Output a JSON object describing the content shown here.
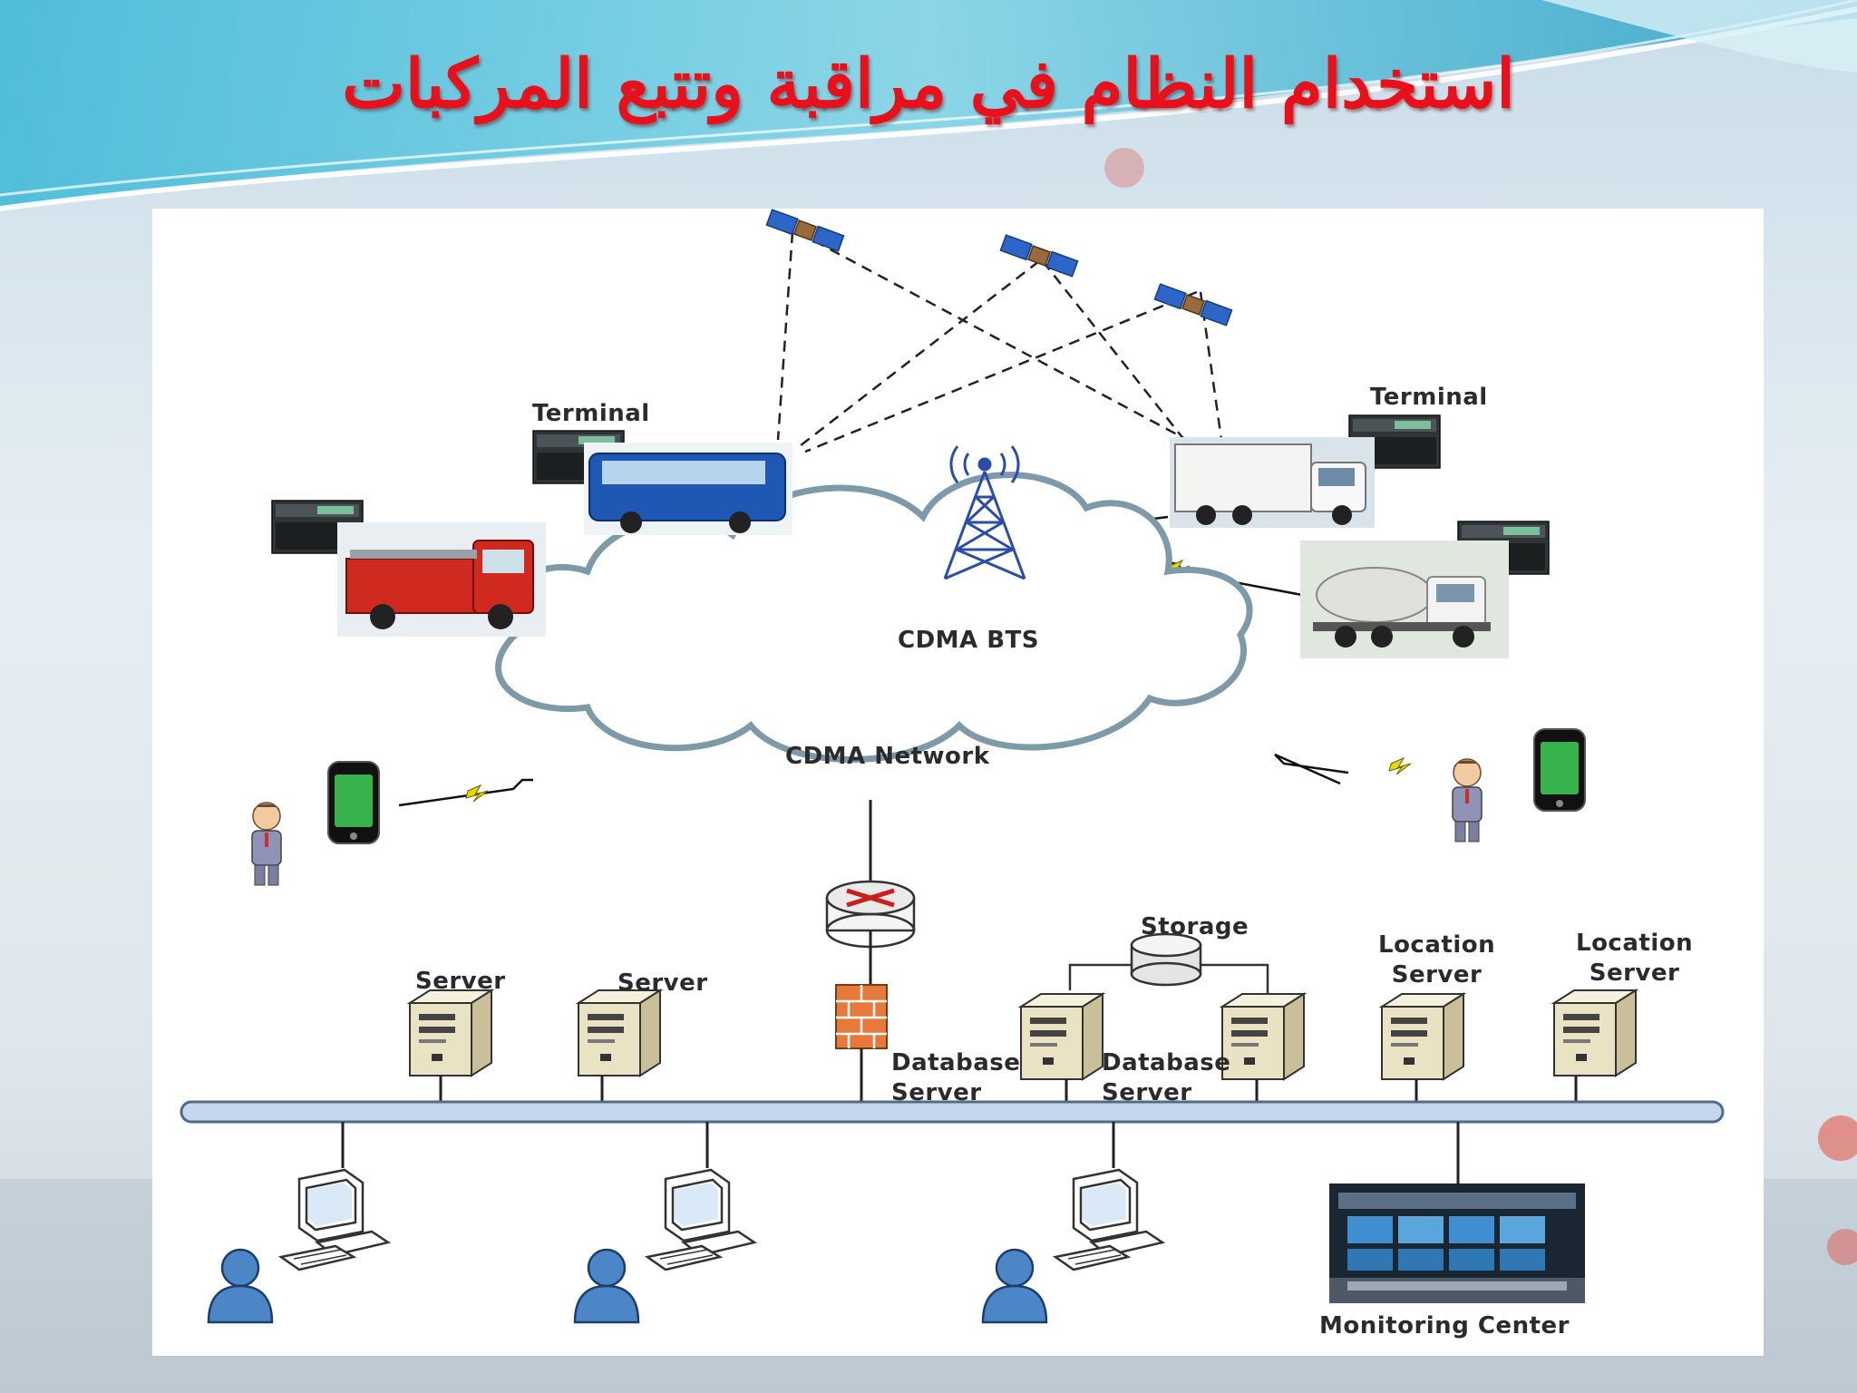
{
  "slide": {
    "title": "استخدام النظام في مراقبة وتتبع المركبات"
  },
  "diagram": {
    "labels": {
      "terminal_left": "Terminal",
      "terminal_right": "Terminal",
      "cdma_bts": "CDMA BTS",
      "cdma_network": "CDMA Network",
      "storage": "Storage",
      "server_1": "Server",
      "server_2": "Server",
      "database_server_1_line1": "Database",
      "database_server_1_line2": "Server",
      "database_server_2_line1": "Database",
      "database_server_2_line2": "Server",
      "location_server_1_line1": "Location",
      "location_server_1_line2": "Server",
      "location_server_2_line1": "Location",
      "location_server_2_line2": "Server",
      "monitoring_center": "Monitoring Center"
    },
    "nodes": [
      "satellite-icon",
      "satellite-icon",
      "satellite-icon",
      "terminal-device-icon",
      "bus-icon",
      "fire-truck-icon",
      "cargo-truck-icon",
      "mixer-truck-icon",
      "cell-tower-icon",
      "cloud-network",
      "smartphone-icon",
      "person-icon",
      "router-icon",
      "firewall-icon",
      "storage-disk-icon",
      "server-icon",
      "workstation-icon",
      "user-icon",
      "monitoring-center-image"
    ]
  },
  "colors": {
    "title": "#e8101a",
    "backbone": "#c6d6ec",
    "cloud_outline": "#7e9aa8",
    "lightning": "#e8d800",
    "server_body": "#e9e2c3"
  }
}
